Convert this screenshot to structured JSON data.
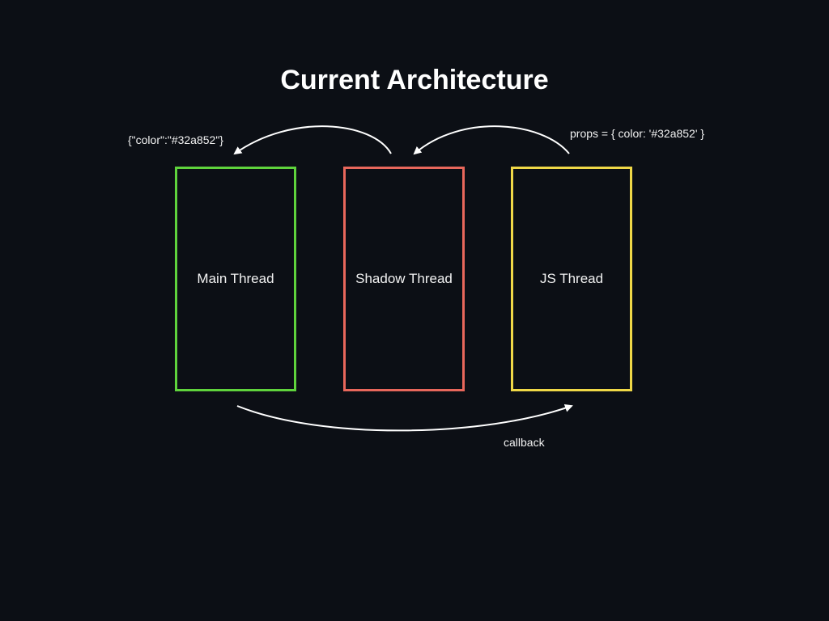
{
  "title": "Current Architecture",
  "colors": {
    "background": "#0c0f15",
    "main_thread": "#5fd33c",
    "shadow_thread": "#e8675b",
    "js_thread": "#f0d847",
    "arrow": "#ffffff"
  },
  "threads": {
    "main": "Main Thread",
    "shadow": "Shadow Thread",
    "js": "JS Thread"
  },
  "annotations": {
    "main_payload": "{\"color\":\"#32a852\"}",
    "js_props": "props = { color: '#32a852' }",
    "callback": "callback"
  }
}
